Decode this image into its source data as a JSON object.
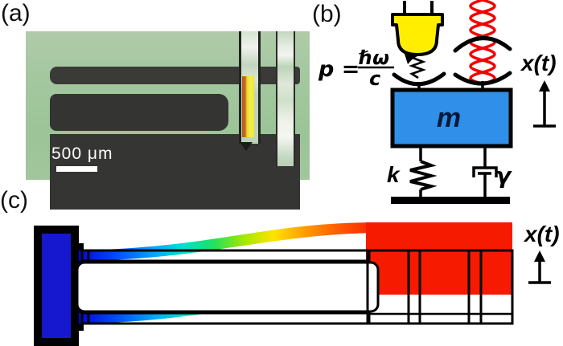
{
  "panels": {
    "a": {
      "label": "(a)",
      "scale_text": "500 μm"
    },
    "b": {
      "label": "(b)",
      "formula_lhs": "p =",
      "formula_numerator": "ℏω",
      "formula_denominator": "c",
      "mass": "m",
      "stiffness": "k",
      "damping": "γ",
      "displacement": "x(t)"
    },
    "c": {
      "label": "(c)",
      "displacement": "x(t)"
    }
  },
  "colors": {
    "photo_background": "#a4c7a0",
    "photo_structures": "#3a3a37",
    "fiber_yellow": "#eede38",
    "detector_yellow": "#ffee00",
    "cavity_field_red": "#f40000",
    "mass_blue": "#2f8fe9",
    "anchor_blue": "#1518cf",
    "deformed_tip_red": "#f51a00",
    "outline_black": "#000000"
  }
}
